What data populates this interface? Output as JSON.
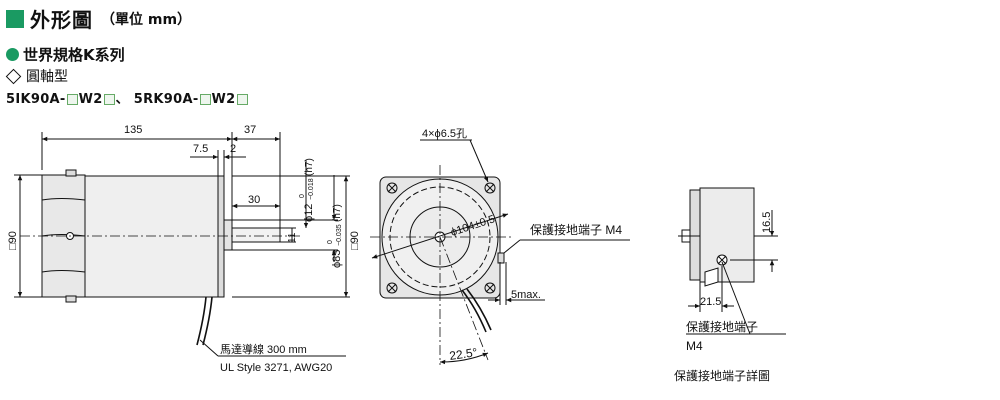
{
  "header": {
    "title": "外形圖",
    "unit": "（單位 mm）"
  },
  "series_label": "世界規格K系列",
  "shaft_type": "圓軸型",
  "models": {
    "a_prefix": "5IK90A-",
    "a_mid": "W2",
    "sep": "、",
    "b_prefix": "5RK90A-",
    "b_mid": "W2"
  },
  "dims": {
    "d135": "135",
    "d37": "37",
    "d7_5": "7.5",
    "d2": "2",
    "d30": "30",
    "sq90_left": "□90",
    "sq90_right": "□90",
    "phi12": "ϕ12",
    "phi12_tol_top": "0",
    "phi12_tol_bot": "−0.018",
    "phi12_fit": "(h7)",
    "d11": "11",
    "phi83": "ϕ83",
    "phi83_tol_top": "0",
    "phi83_tol_bot": "−0.035",
    "phi83_fit": "(h7)",
    "holes": "4×ϕ6.5孔",
    "phi104": "ϕ104±0.5",
    "angle": "22.5°",
    "d5max": "5max.",
    "d16_5": "16.5",
    "d21_5": "21.5"
  },
  "labels": {
    "ground_terminal": "保護接地端子 M4",
    "lead_line1": "馬達導線 300 mm",
    "lead_line2": "UL Style 3271, AWG20",
    "detail_ground": "保護接地端子",
    "detail_m4": "M4",
    "detail_caption": "保護接地端子詳圖"
  }
}
